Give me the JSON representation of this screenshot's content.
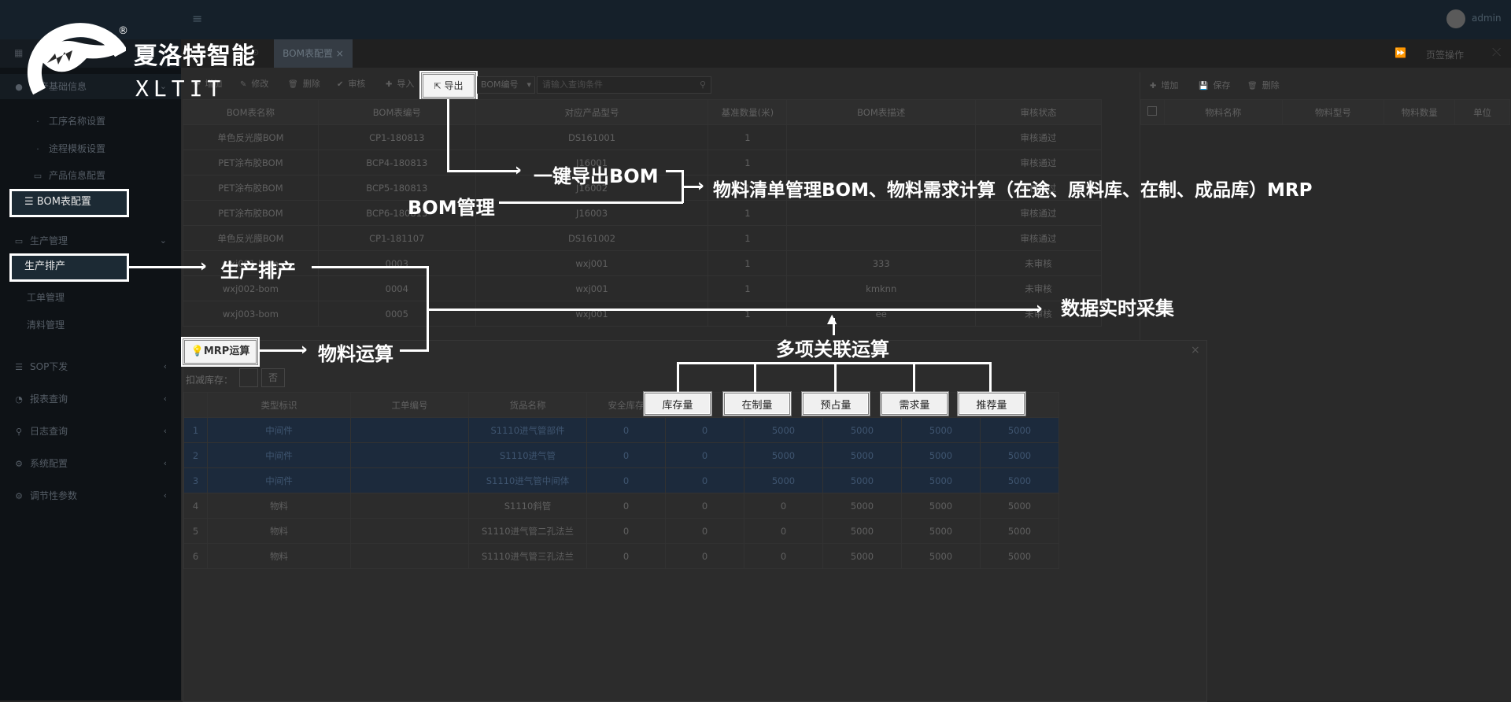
{
  "brand": {
    "name_cn": "夏洛特智能",
    "name_en": "XLTIT",
    "reg": "®"
  },
  "topbar": {
    "menu_icon": "hamburger-icon",
    "user": "admin"
  },
  "tabs": {
    "active": "BOM表配置",
    "close": "×",
    "page_ops": "页签操作"
  },
  "sidebar": {
    "items": [
      {
        "label": "生产基础信息",
        "icon": "globe-icon"
      },
      {
        "label": "工序名称设置",
        "icon": "dot-icon"
      },
      {
        "label": "途程模板设置",
        "icon": "dot-icon"
      },
      {
        "label": "产品信息配置",
        "icon": "monitor-icon"
      },
      {
        "label": "BOM表配置",
        "icon": "list-icon"
      },
      {
        "label": "生产管理",
        "icon": "monitor-icon"
      },
      {
        "label": "生产排产",
        "icon": ""
      },
      {
        "label": "工单管理",
        "icon": ""
      },
      {
        "label": "清料管理",
        "icon": ""
      },
      {
        "label": "SOP下发",
        "icon": "bars-icon"
      },
      {
        "label": "报表查询",
        "icon": "pie-icon"
      },
      {
        "label": "日志查询",
        "icon": "search-icon"
      },
      {
        "label": "系统配置",
        "icon": "gear-icon"
      },
      {
        "label": "调节性参数",
        "icon": "gears-icon"
      }
    ],
    "chevron": "‹",
    "chevron_down": "⌄"
  },
  "toolbar": {
    "add": "增加",
    "edit": "修改",
    "delete": "删除",
    "audit": "审核",
    "import": "导入",
    "export": "导出",
    "select_value": "BOM编号",
    "search_placeholder": "请输入查询条件"
  },
  "bom_table": {
    "headers": [
      "BOM表名称",
      "BOM表编号",
      "对应产品型号",
      "基准数量(米)",
      "BOM表描述",
      "审核状态"
    ],
    "rows": [
      [
        "单色反光膜BOM",
        "CP1-180813",
        "DS161001",
        "1",
        "",
        "审核通过"
      ],
      [
        "PET涂布胶BOM",
        "BCP4-180813",
        "J16001",
        "1",
        "",
        "审核通过"
      ],
      [
        "PET涂布胶BOM",
        "BCP5-180813",
        "J16002",
        "1",
        "",
        "审核通过"
      ],
      [
        "PET涂布胶BOM",
        "BCP6-180813",
        "J16003",
        "1",
        "",
        "审核通过"
      ],
      [
        "单色反光膜BOM",
        "CP1-181107",
        "DS161002",
        "1",
        "",
        "审核通过"
      ],
      [
        "wxj001-bom",
        "0003",
        "wxj001",
        "1",
        "333",
        "未审核"
      ],
      [
        "wxj002-bom",
        "0004",
        "wxj001",
        "1",
        "kmknn",
        "未审核"
      ],
      [
        "wxj003-bom",
        "0005",
        "wxj001",
        "1",
        "ee",
        "未审核"
      ]
    ]
  },
  "right_panel": {
    "add": "增加",
    "save": "保存",
    "delete": "删除",
    "headers": [
      "物料名称",
      "物料型号",
      "物料数量",
      "单位"
    ]
  },
  "mrp": {
    "button": "MRP运算",
    "deduct_label": "扣减库存：",
    "deduct_value": "否",
    "close": "×",
    "headers": [
      "类型标识",
      "工单编号",
      "货品名称",
      "安全库存",
      "库存量",
      "在制量",
      "预占量",
      "需求量",
      "推荐量"
    ],
    "rows": [
      [
        "1",
        "中间件",
        "",
        "S1110进气管部件",
        "0",
        "0",
        "5000",
        "5000",
        "5000",
        "5000"
      ],
      [
        "2",
        "中间件",
        "",
        "S1110进气管",
        "0",
        "0",
        "5000",
        "5000",
        "5000",
        "5000"
      ],
      [
        "3",
        "中间件",
        "",
        "S1110进气管中间体",
        "0",
        "0",
        "5000",
        "5000",
        "5000",
        "5000"
      ],
      [
        "4",
        "物料",
        "",
        "S1110斜管",
        "0",
        "0",
        "0",
        "5000",
        "5000",
        "5000"
      ],
      [
        "5",
        "物料",
        "",
        "S1110进气管二孔法兰",
        "0",
        "0",
        "0",
        "5000",
        "5000",
        "5000"
      ],
      [
        "6",
        "物料",
        "",
        "S1110进气管三孔法兰",
        "0",
        "0",
        "0",
        "5000",
        "5000",
        "5000"
      ]
    ]
  },
  "annotations": {
    "export_bom": "一键导出BOM",
    "bom_manage": "BOM管理",
    "bom_desc": "物料清单管理BOM、物料需求计算（在途、原料库、在制、成品库）MRP",
    "schedule": "生产排产",
    "material_calc": "物料运算",
    "realtime": "数据实时采集",
    "multi_calc": "多项关联运算"
  }
}
